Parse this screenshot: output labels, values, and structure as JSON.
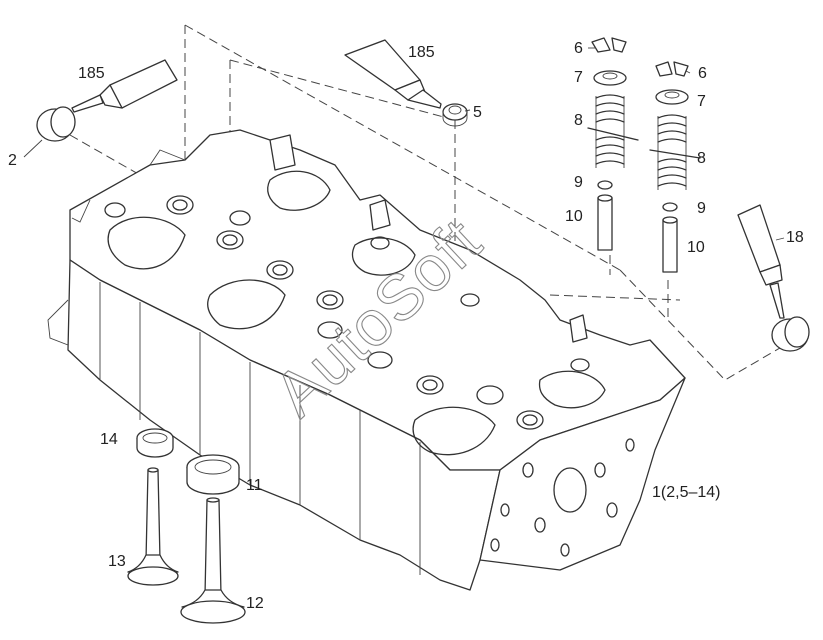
{
  "labels": {
    "l185a": "185",
    "l185b": "185",
    "l2": "2",
    "l5": "5",
    "l6a": "6",
    "l6b": "6",
    "l7a": "7",
    "l7b": "7",
    "l8a": "8",
    "l8b": "8",
    "l9a": "9",
    "l9b": "9",
    "l10a": "10",
    "l10b": "10",
    "l18": "18",
    "l14": "14",
    "l11": "11",
    "l13": "13",
    "l12": "12",
    "l1": "1(2,5–14)"
  },
  "watermark": "AutoSoft"
}
